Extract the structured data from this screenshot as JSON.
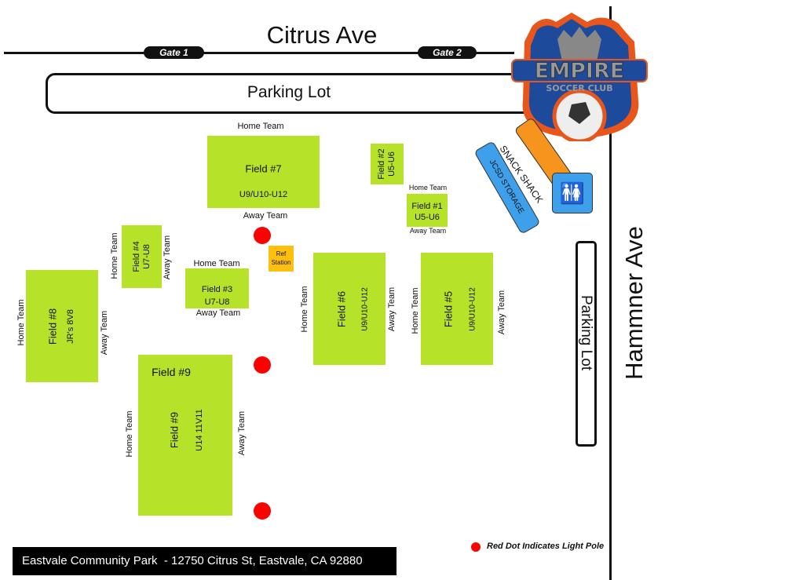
{
  "streets": {
    "north": "Citrus Ave",
    "east": "Hammner Ave"
  },
  "gates": [
    "Gate 1",
    "Gate 2"
  ],
  "parking": {
    "north": "Parking Lot",
    "east": "Parking Lot"
  },
  "logo": {
    "name": "EMPIRE",
    "subtitle": "SOCCER CLUB"
  },
  "facilities": {
    "snack": "SNACK SHACK",
    "storage": "JCSD STORAGE",
    "ref": [
      "Ref",
      "Station"
    ],
    "restroom": "restroom-icon"
  },
  "labels": {
    "home": "Home Team",
    "away": "Away Team"
  },
  "fields": {
    "f7": {
      "name": "Field #7",
      "age": "U9/U10-U12"
    },
    "f2": {
      "name": "Field #2",
      "age": "U5-U6"
    },
    "f1": {
      "name": "Field #1",
      "age": "U5-U6"
    },
    "f4": {
      "name": "Field #4",
      "age": "U7-U8"
    },
    "f3": {
      "name": "Field #3",
      "age": "U7-U8"
    },
    "f6": {
      "name": "Field #6",
      "age": "U9/U10-U12"
    },
    "f5": {
      "name": "Field #5",
      "age": "U9/U10-U12"
    },
    "f8": {
      "name": "Field #8",
      "age": "JR's 8V8"
    },
    "f9": {
      "name": "Field #9",
      "title": "Field #9",
      "age": "U14 11V11"
    }
  },
  "footer": "Eastvale Community Park  - 12750 Citrus St, Eastvale, CA 92880",
  "legend": "Red Dot Indicates Light Pole",
  "colors": {
    "field": "#b6e32a",
    "light_pole": "#ff0000",
    "snack": "#f7941d",
    "storage": "#3ea0ea",
    "ref": "#fdc00f"
  }
}
